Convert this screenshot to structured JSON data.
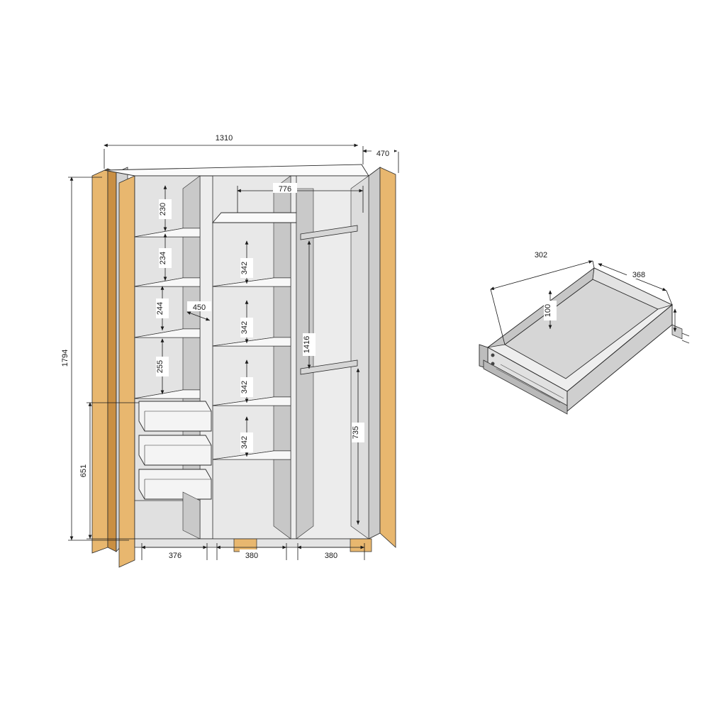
{
  "document": {
    "kind": "technical-drawing",
    "title": "Wardrobe assembly dimension drawing",
    "units": "mm",
    "background": "#ffffff"
  },
  "colors": {
    "outline": "#2b2b2b",
    "dim_line": "#1a1a1a",
    "wood_edge": "#e0a95f",
    "wood_edge_dark": "#c98f43",
    "panel_light": "#f2f2f2",
    "panel_mid": "#d9d9d9",
    "panel_dark": "#bfbfbf",
    "panel_shadow": "#9e9e9e",
    "white": "#ffffff"
  },
  "wardrobe": {
    "label": "wardrobe-front-view",
    "dimensions": {
      "width_overall": "1310",
      "depth_overall": "470",
      "height_overall": "1794",
      "top_shelf_width": "776",
      "lower_section_height": "651",
      "left_column_shelves": [
        "230",
        "234",
        "244",
        "255"
      ],
      "left_shelf_depth": "450",
      "middle_shelves": [
        "342",
        "342",
        "342",
        "342"
      ],
      "hanging_rail_upper": "1416",
      "hanging_rail_lower": "735",
      "base_widths": [
        "376",
        "380",
        "380"
      ]
    }
  },
  "drawer": {
    "label": "drawer-detail-view",
    "dimensions": {
      "width": "302",
      "depth": "368",
      "height": "100"
    }
  },
  "dim_labels": {
    "d1310": "1310",
    "d470": "470",
    "d776": "776",
    "d1794": "1794",
    "d651": "651",
    "d230": "230",
    "d234": "234",
    "d244": "244",
    "d255": "255",
    "d450": "450",
    "d342_1": "342",
    "d342_2": "342",
    "d342_3": "342",
    "d342_4": "342",
    "d1416": "1416",
    "d735": "735",
    "d376": "376",
    "d380_1": "380",
    "d380_2": "380",
    "dr302": "302",
    "dr368": "368",
    "dr100": "100"
  }
}
